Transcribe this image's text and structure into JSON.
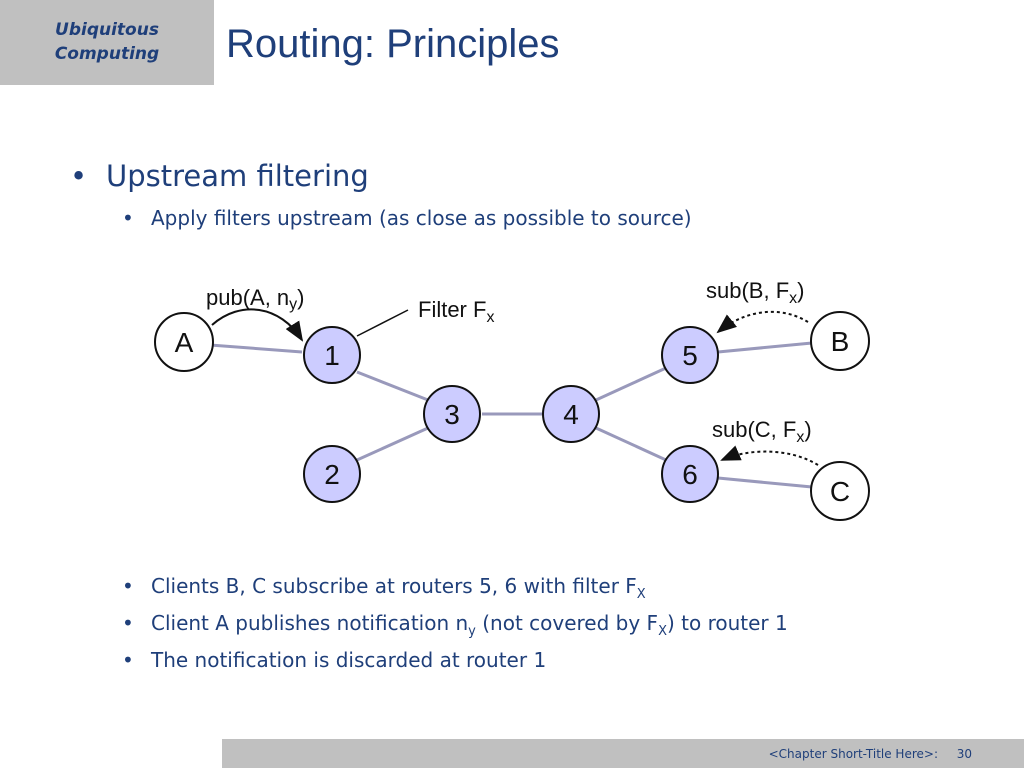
{
  "header": {
    "course_line1": "Ubiquitous",
    "course_line2": "Computing",
    "title": "Routing: Principles"
  },
  "bullets": {
    "main": "Upstream filtering",
    "sub1": "Apply filters upstream (as close as possible to source)",
    "b1_text": "Clients B, C subscribe at routers 5, 6 with filter F",
    "b1_sub": "X",
    "b2_text_a": "Client A publishes notification n",
    "b2_sub_a": "y",
    "b2_text_b": " (not covered by F",
    "b2_sub_b": "X",
    "b2_text_c": ") to router 1",
    "b3_text": "The notification is discarded at router 1"
  },
  "diagram": {
    "nodes": {
      "A": "A",
      "B": "B",
      "C": "C",
      "r1": "1",
      "r2": "2",
      "r3": "3",
      "r4": "4",
      "r5": "5",
      "r6": "6"
    },
    "labels": {
      "pub_main": "pub(A, n",
      "pub_sub": "y",
      "pub_close": ")",
      "filter_main": "Filter F",
      "filter_sub": "x",
      "subB_main": "sub(B, F",
      "subB_sub": "x",
      "subB_close": ")",
      "subC_main": "sub(C, F",
      "subC_sub": "x",
      "subC_close": ")"
    },
    "colors": {
      "router_fill": "#ccccff",
      "edge": "#9999bb",
      "node_stroke": "#111111"
    }
  },
  "footer": {
    "chapter": "<Chapter Short-Title Here>:",
    "page": "30"
  }
}
